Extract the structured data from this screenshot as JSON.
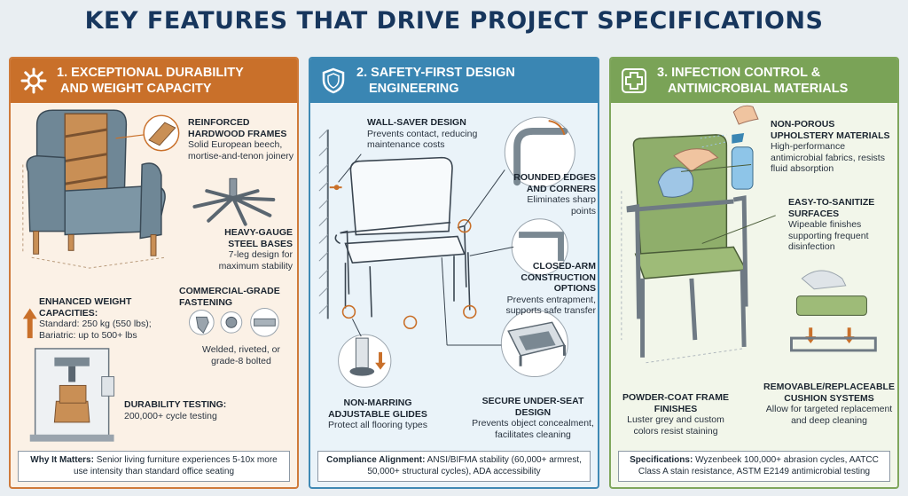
{
  "title": "KEY FEATURES THAT DRIVE PROJECT SPECIFICATIONS",
  "panels": [
    {
      "icon": "gear-icon",
      "accent": "#c9702a",
      "title_line1": "1. EXCEPTIONAL DURABILITY",
      "title_line2": "AND WEIGHT CAPACITY",
      "callouts": {
        "frames_title": "REINFORCED HARDWOOD FRAMES",
        "frames_desc": "Solid European beech, mortise-and-tenon joinery",
        "bases_title": "HEAVY-GAUGE STEEL BASES",
        "bases_desc": "7-leg design for maximum stability",
        "fastening_title": "COMMERCIAL-GRADE FASTENING",
        "fastening_desc": "Welded, riveted, or grade-8 bolted",
        "weight_title": "ENHANCED WEIGHT CAPACITIES:",
        "weight_line1": "Standard: 250 kg (550 lbs);",
        "weight_line2": "Bariatric: up to 500+ lbs",
        "testing_title": "DURABILITY TESTING:",
        "testing_desc": "200,000+ cycle testing"
      },
      "footer_label": "Why It Matters:",
      "footer_text": "Senior living furniture experiences 5-10x more use intensity than standard office seating"
    },
    {
      "icon": "shield-icon",
      "accent": "#3a86b3",
      "title_line1": "2. SAFETY-FIRST DESIGN",
      "title_line2": "ENGINEERING",
      "callouts": {
        "wall_title": "WALL-SAVER DESIGN",
        "wall_desc": "Prevents contact, reducing maintenance costs",
        "edges_title": "ROUNDED EDGES AND CORNERS",
        "edges_desc": "Eliminates sharp points",
        "arm_title": "CLOSED-ARM CONSTRUCTION OPTIONS",
        "arm_desc": "Prevents entrapment, supports safe transfer",
        "glides_title": "NON-MARRING ADJUSTABLE GLIDES",
        "glides_desc": "Protect all flooring types",
        "underseat_title": "SECURE UNDER-SEAT DESIGN",
        "underseat_desc": "Prevents object concealment, facilitates cleaning"
      },
      "footer_label": "Compliance Alignment:",
      "footer_text": "ANSI/BIFMA stability (60,000+ armrest, 50,000+ structural cycles), ADA accessibility"
    },
    {
      "icon": "medical-cross-icon",
      "accent": "#7aa357",
      "title_line1": "3. INFECTION CONTROL &",
      "title_line2": "ANTIMICROBIAL MATERIALS",
      "callouts": {
        "upholstery_title": "NON-POROUS UPHOLSTERY MATERIALS",
        "upholstery_desc": "High-performance antimicrobial fabrics, resists fluid absorption",
        "sanitize_title": "EASY-TO-SANITIZE SURFACES",
        "sanitize_desc": "Wipeable finishes supporting frequent disinfection",
        "powder_title": "POWDER-COAT FRAME FINISHES",
        "powder_desc": "Luster grey and custom colors resist staining",
        "cushion_title": "REMOVABLE/REPLACEABLE CUSHION SYSTEMS",
        "cushion_desc": "Allow for targeted replacement and deep cleaning"
      },
      "footer_label": "Specifications:",
      "footer_text": "Wyzenbeek 100,000+ abrasion cycles, AATCC Class A stain resistance, ASTM E2149 antimicrobial testing"
    }
  ]
}
